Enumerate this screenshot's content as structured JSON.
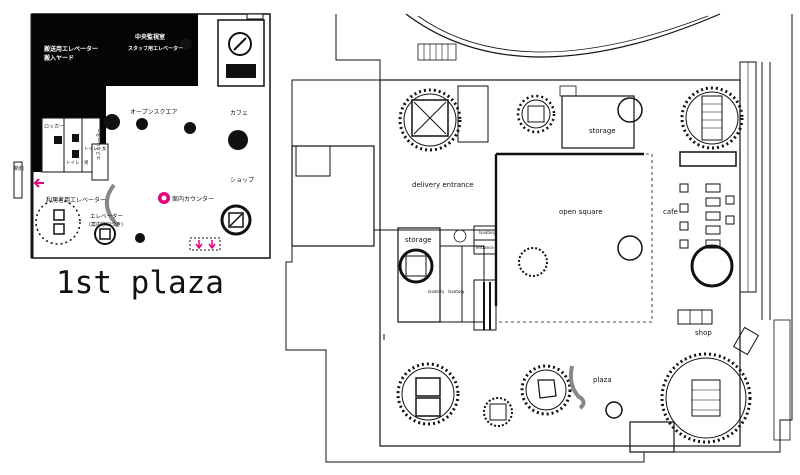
{
  "key_plan": {
    "title": "1st plaza",
    "labels": {
      "central_monitoring": "中央監視室",
      "freight_elevator": "搬送用エレベーター",
      "loading_yard": "搬入ヤード",
      "staff_elevator": "スタッフ用エレベーター",
      "open_square": "オープンスクエア",
      "cafe": "カフェ",
      "shop": "ショップ",
      "locker": "ロッカー",
      "toilet_men": "トイレ・男",
      "toilet_women": "トイレ・女",
      "escalator": "エスカレーター",
      "user_elevator": "利用者用エレベーター",
      "elevator_b": "エレベーター",
      "elevator_b_note": "(案内窓口つき)",
      "info_counter": "案内カウンター",
      "new_building": "新館"
    },
    "accent_color": "#e6007e"
  },
  "floor_plan": {
    "labels": {
      "storage_top": "storage",
      "delivery_entrance": "delivery entrance",
      "open_square": "open square",
      "cafe": "cafe",
      "storage_left": "storage",
      "lavatory_1": "lavatory",
      "lavatory_2": "lavatory",
      "lavatory_3": "lavatory",
      "entrance": "entrance",
      "shop": "shop",
      "plaza": "plaza"
    }
  }
}
